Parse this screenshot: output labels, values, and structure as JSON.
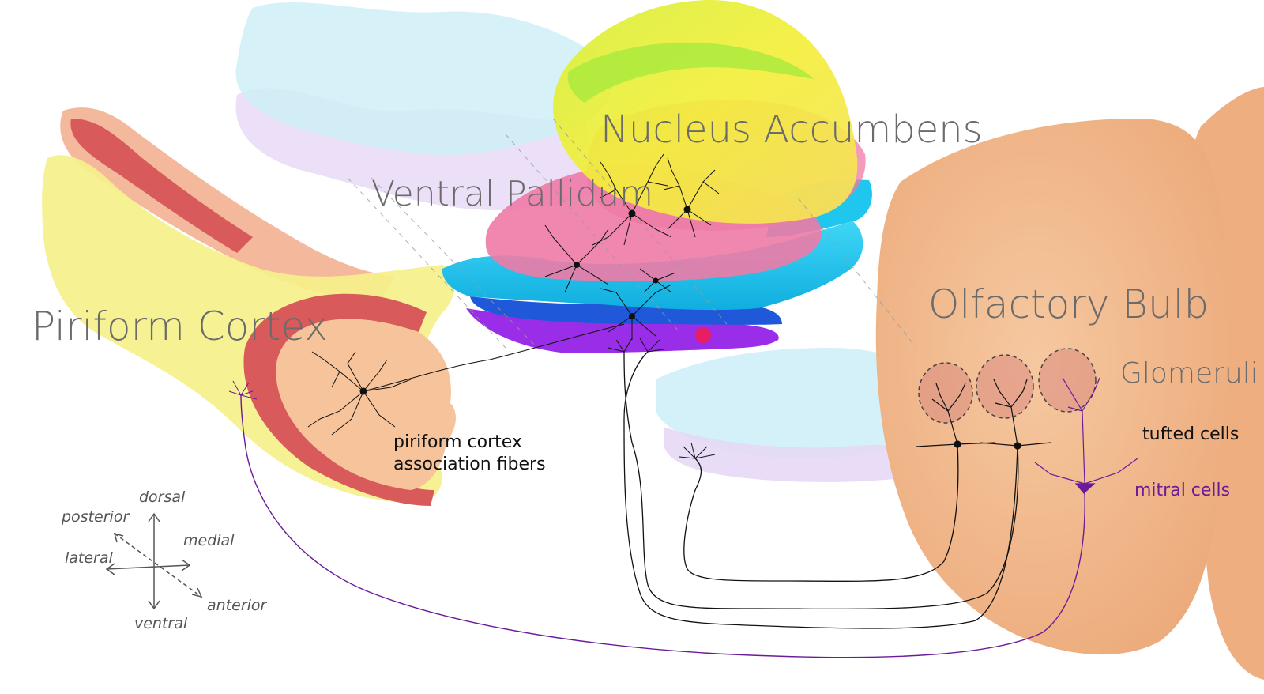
{
  "labels": {
    "nucleus_accumbens": "Nucleus Accumbens",
    "ventral_pallidum": "Ventral Pallidum",
    "piriform_cortex": "Piriform Cortex",
    "olfactory_bulb": "Olfactory Bulb",
    "glomeruli": "Glomeruli",
    "tufted_cells": "tufted cells",
    "mitral_cells": "mitral cells",
    "association_fibers_line1": "piriform cortex",
    "association_fibers_line2": "association fibers"
  },
  "orientation": {
    "dorsal": "dorsal",
    "ventral": "ventral",
    "posterior": "posterior",
    "anterior": "anterior",
    "lateral": "lateral",
    "medial": "medial"
  },
  "colors": {
    "olfactory_bulb": "#f3bf94",
    "piriform_yellow": "#f5f08a",
    "piriform_red": "#d85a5a",
    "piriform_peach": "#f6c39a",
    "nucleus_accumbens_yellow": "#f2ee3c",
    "nucleus_accumbens_green": "#a8ea3c",
    "ventral_pallidum_pink": "#ee7aa6",
    "tubercle_cyan": "#1fc6ee",
    "tubercle_blue": "#1f58d8",
    "tubercle_purple": "#9a2ee8",
    "ghost_blue": "#cfeef7",
    "ghost_lavender": "#e6d8f5",
    "mitral_purple": "#6a1b9a",
    "neuron_black": "#111111"
  }
}
